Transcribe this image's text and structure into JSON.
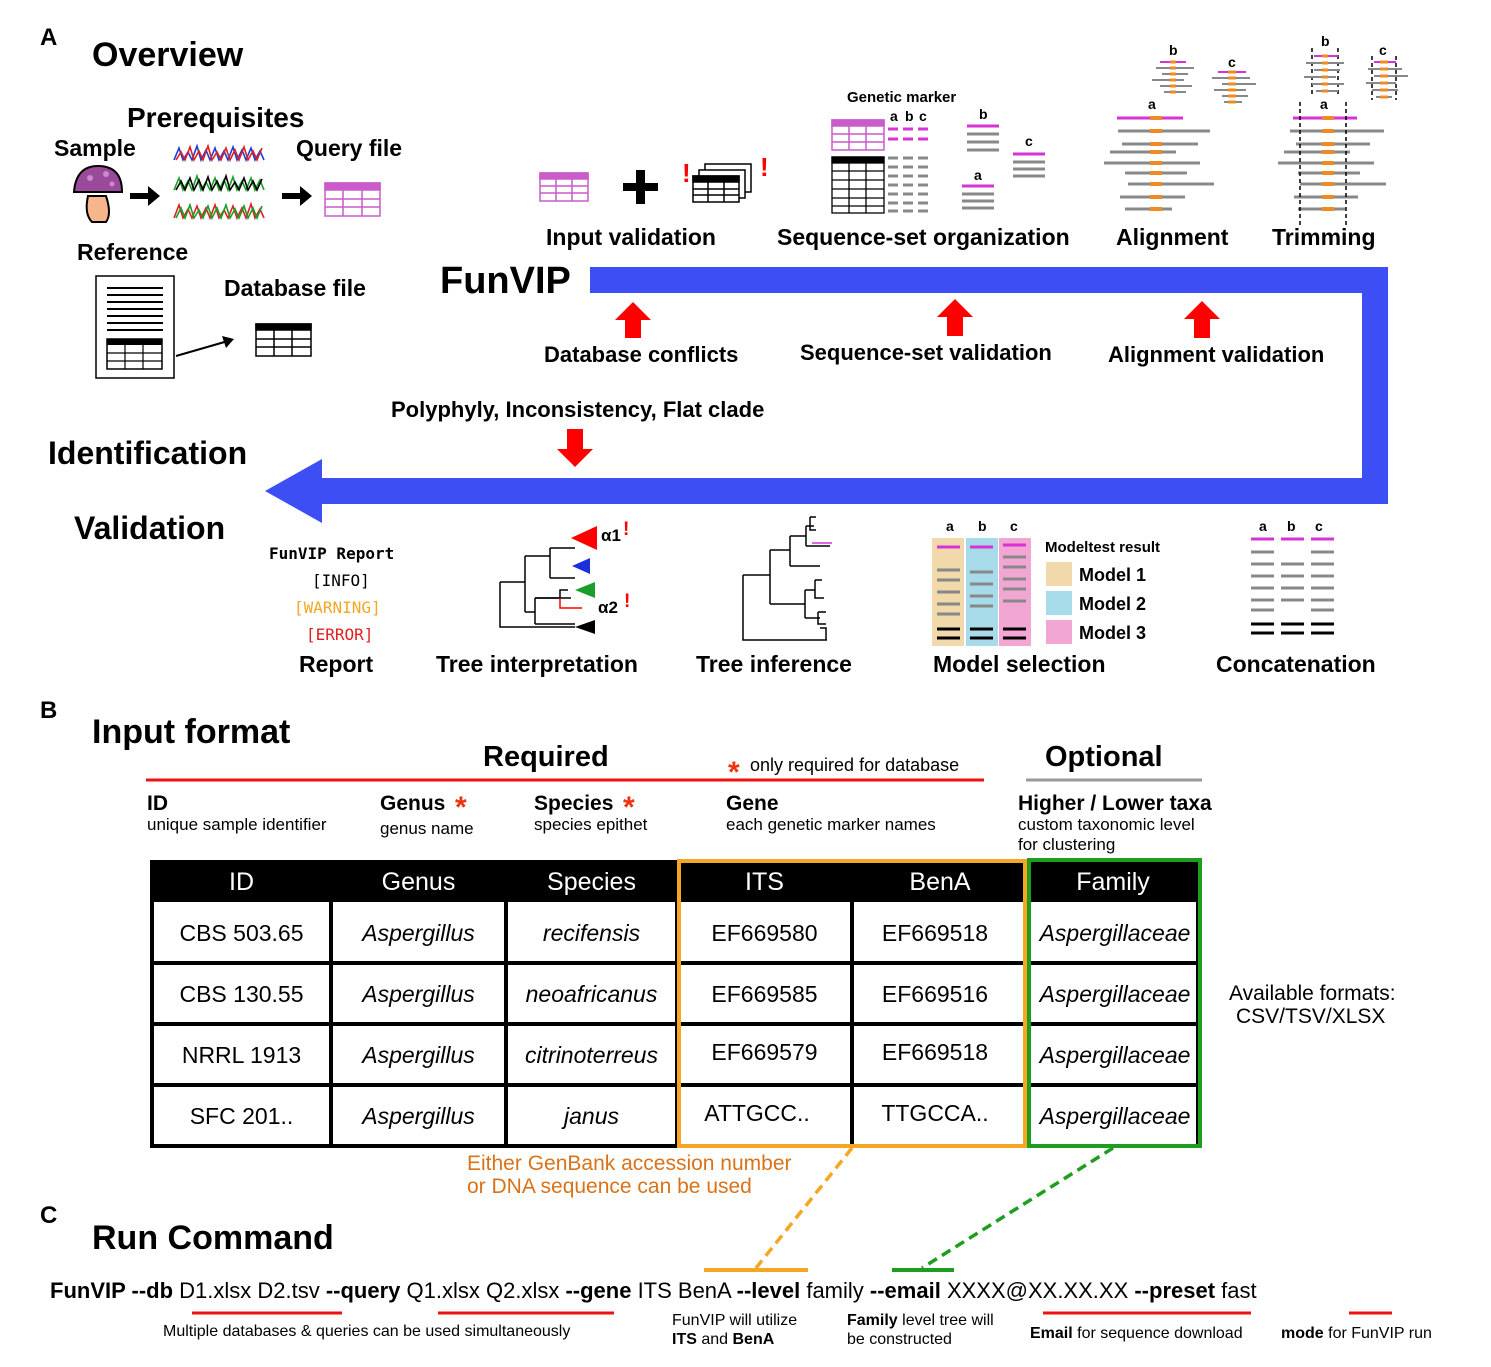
{
  "panel_a": {
    "letter": "A",
    "title": "Overview",
    "prerequisites": "Prerequisites",
    "sample": "Sample",
    "query_file": "Query file",
    "reference": "Reference",
    "database_file": "Database file",
    "funvip": "FunVIP",
    "steps": {
      "input_validation": "Input validation",
      "sequence_set_organization": "Sequence-set organization",
      "alignment": "Alignment",
      "trimming": "Trimming",
      "concatenation": "Concatenation",
      "model_selection": "Model selection",
      "tree_inference": "Tree inference",
      "tree_interpretation": "Tree interpretation",
      "report": "Report"
    },
    "validations": {
      "database_conflicts": "Database conflicts",
      "sequence_set_validation": "Sequence-set validation",
      "alignment_validation": "Alignment validation",
      "polyphyly": "Polyphyly, Inconsistency, Flat clade"
    },
    "identification": "Identification",
    "validation": "Validation",
    "genetic_marker": "Genetic marker",
    "markers": [
      "a",
      "b",
      "c"
    ],
    "report_lines": {
      "title": "FunVIP Report",
      "info": "[INFO]",
      "warning": "[WARNING]",
      "error": "[ERROR]"
    },
    "tree_labels": {
      "alpha1": "α1",
      "alpha2": "α2",
      "excl": "!"
    },
    "modeltest": {
      "title": "Modeltest result",
      "models": [
        {
          "label": "Model 1",
          "color": "#f2d9ac"
        },
        {
          "label": "Model 2",
          "color": "#a7dbe9"
        },
        {
          "label": "Model 3",
          "color": "#f1a6d3"
        }
      ]
    },
    "colors": {
      "arrow": "#3d4ef5",
      "red": "#ff0000",
      "magenta": "#d633d6",
      "orange": "#f08a24"
    }
  },
  "panel_b": {
    "letter": "B",
    "title": "Input format",
    "required": "Required",
    "optional": "Optional",
    "star_note": "only required for database",
    "fields": [
      {
        "name": "ID",
        "desc": "unique sample identifier"
      },
      {
        "name": "Genus",
        "desc": "genus name"
      },
      {
        "name": "Species",
        "desc": "species epithet"
      },
      {
        "name": "Gene",
        "desc": "each genetic marker names"
      },
      {
        "name": "Higher / Lower taxa",
        "desc1": "custom taxonomic level",
        "desc2": "for clustering"
      }
    ],
    "table": {
      "headers": [
        "ID",
        "Genus",
        "Species",
        "ITS",
        "BenA",
        "Family"
      ],
      "rows": [
        [
          "CBS 503.65",
          "Aspergillus",
          "recifensis",
          "EF669580",
          "EF669518",
          "Aspergillaceae"
        ],
        [
          "CBS 130.55",
          "Aspergillus",
          "neoafricanus",
          "EF669585",
          "EF669516",
          "Aspergillaceae"
        ],
        [
          "NRRL 1913",
          "Aspergillus",
          "citrinoterreus",
          "EF669579",
          "EF669518",
          "Aspergillaceae"
        ],
        [
          "SFC 201..",
          "Aspergillus",
          "janus",
          "ATTGCC..",
          "TTGCCA..",
          "Aspergillaceae"
        ]
      ]
    },
    "formats_line1": "Available formats:",
    "formats_line2": "CSV/TSV/XLSX",
    "note_line1": "Either GenBank accession number",
    "note_line2": "or DNA sequence can be used",
    "colors": {
      "gene_box": "#f5a623",
      "taxa_box": "#1e9e1e",
      "note": "#d9731a",
      "required_line": "#ee1111",
      "optional_line": "#999999"
    }
  },
  "panel_c": {
    "letter": "C",
    "title": "Run Command",
    "command": [
      {
        "text": "FunVIP --db",
        "bold": true
      },
      {
        "text": " D1.xlsx D2.tsv ",
        "bold": false
      },
      {
        "text": "--query",
        "bold": true
      },
      {
        "text": " Q1.xlsx Q2.xlsx ",
        "bold": false
      },
      {
        "text": "--gene",
        "bold": true
      },
      {
        "text": " ITS BenA ",
        "bold": false
      },
      {
        "text": "--level",
        "bold": true
      },
      {
        "text": " family ",
        "bold": false
      },
      {
        "text": "--email",
        "bold": true
      },
      {
        "text": " XXXX@XX.XX.XX ",
        "bold": false
      },
      {
        "text": "--preset",
        "bold": true
      },
      {
        "text": " fast",
        "bold": false
      }
    ],
    "notes": {
      "multiple": "Multiple databases & queries can be used simultaneously",
      "gene1": "FunVIP will utilize",
      "gene2_bold": "ITS",
      "gene2_mid": " and ",
      "gene2_bold2": "BenA",
      "level1_bold": "Family",
      "level1_rest": " level tree will",
      "level2": "be constructed",
      "email_bold": "Email",
      "email_rest": " for sequence download",
      "mode_bold": "mode",
      "mode_rest": " for FunVIP run"
    }
  }
}
